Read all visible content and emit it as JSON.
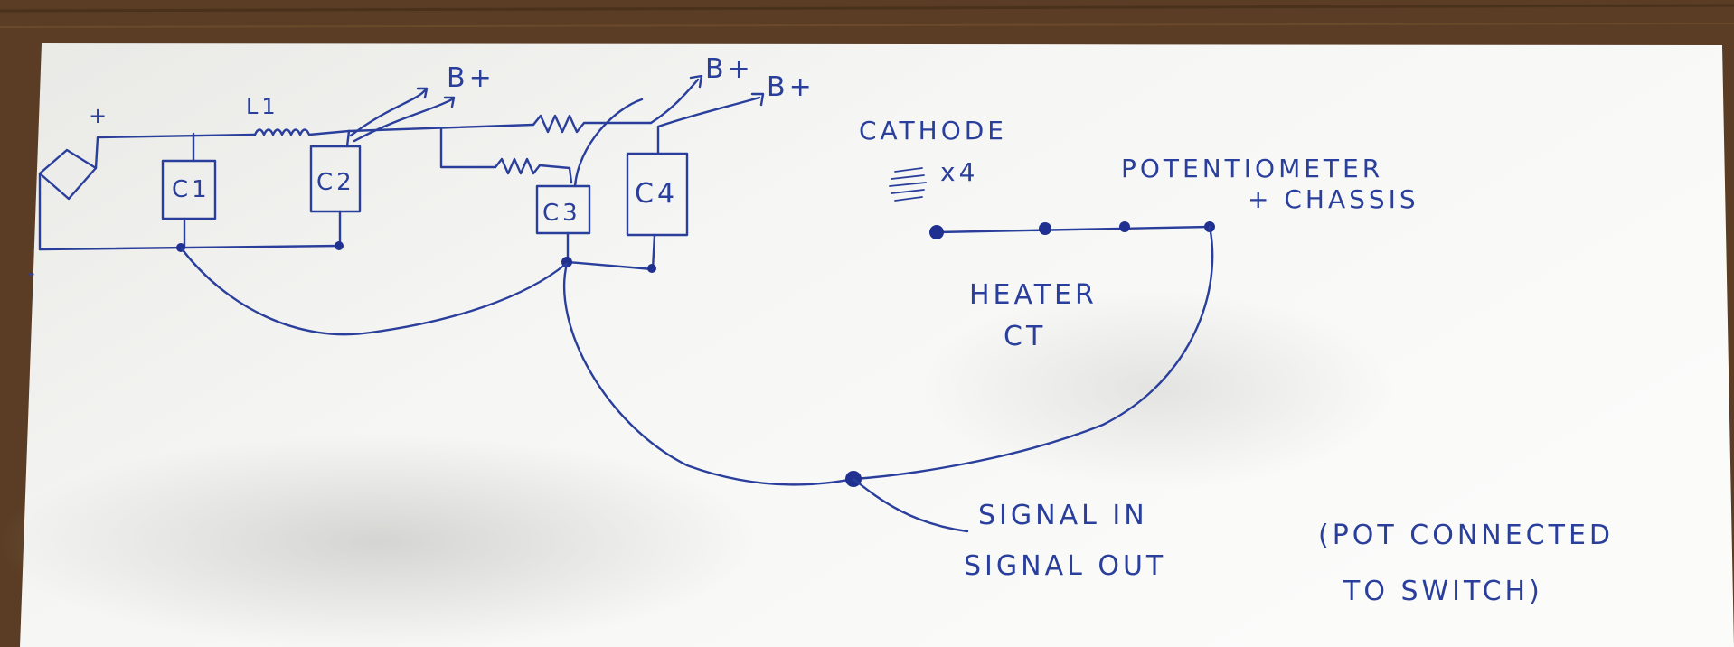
{
  "colors": {
    "ink": "#2a3f9c",
    "paper": "#f4f4f2",
    "desk": "#5a3d24"
  },
  "labels": {
    "plus": "+",
    "minus": "-",
    "l1": "L1",
    "c1": "C1",
    "c2": "C2",
    "c3": "C3",
    "c4": "C4",
    "bplus_1": "B+",
    "bplus_2": "B+",
    "bplus_3": "B+",
    "cathode": "CATHODE",
    "cathode_count": "x4",
    "potentiometer": "POTENTIOMETER",
    "chassis": "+ CHASSIS",
    "heater": "HEATER",
    "ct": "CT",
    "signal_in": "SIGNAL IN",
    "signal_out": "SIGNAL OUT",
    "note_line1": "(POT CONNECTED",
    "note_line2": "TO SWITCH)"
  }
}
